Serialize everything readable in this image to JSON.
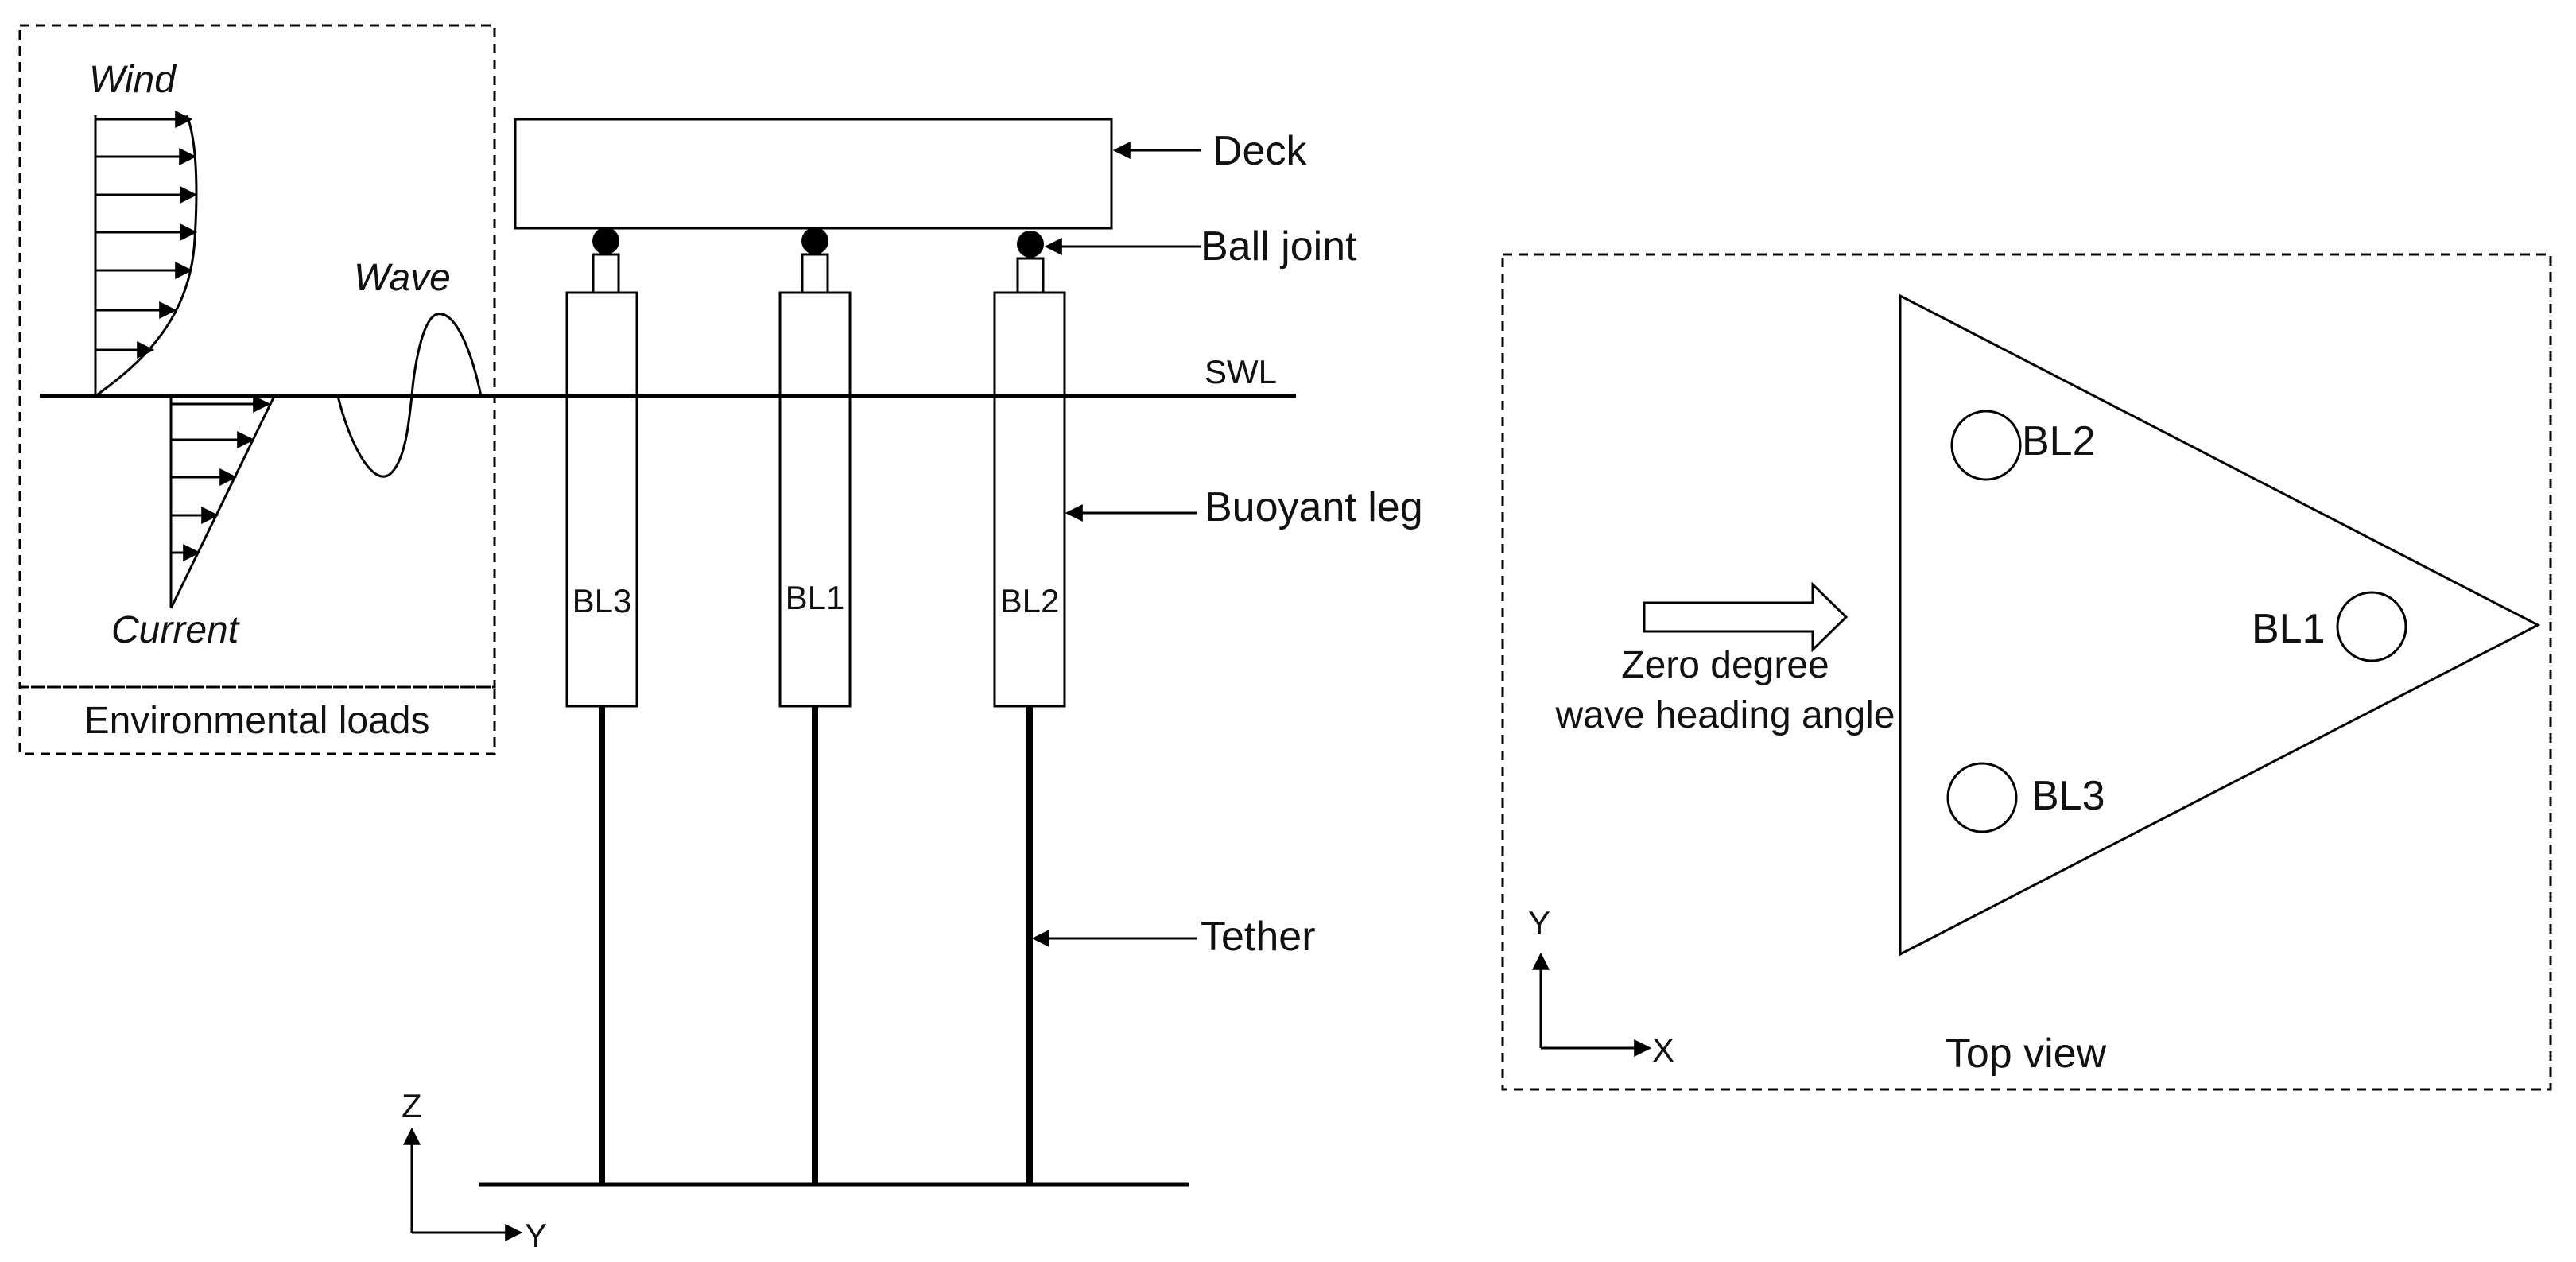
{
  "side_view": {
    "labels": {
      "deck": "Deck",
      "ball_joint": "Ball joint",
      "swl": "SWL",
      "buoyant_leg": "Buoyant leg",
      "tether": "Tether"
    },
    "legs": [
      "BL3",
      "BL1",
      "BL2"
    ],
    "axis": {
      "vertical": "Z",
      "horizontal": "Y"
    }
  },
  "environmental_loads": {
    "wind": "Wind",
    "wave": "Wave",
    "current": "Current",
    "caption": "Environmental loads"
  },
  "top_view": {
    "caption": "Top view",
    "legs": [
      "BL2",
      "BL1",
      "BL3"
    ],
    "wave_heading_line1": "Zero degree",
    "wave_heading_line2": "wave heading angle",
    "axis": {
      "vertical": "Y",
      "horizontal": "X"
    }
  }
}
